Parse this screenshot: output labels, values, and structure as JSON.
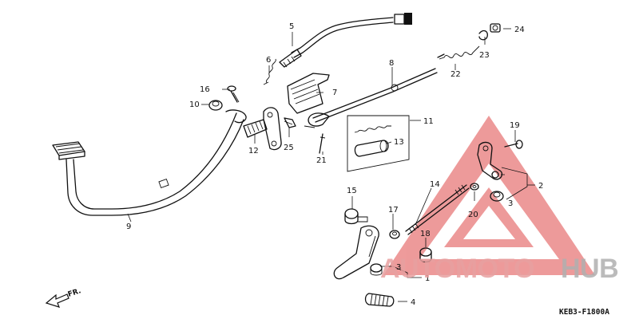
{
  "diagram": {
    "code": "KEB3-F1800A",
    "front_marker": "FR.",
    "callouts": [
      {
        "id": "c1",
        "label": "1"
      },
      {
        "id": "c2",
        "label": "2"
      },
      {
        "id": "c3a",
        "label": "3"
      },
      {
        "id": "c3b",
        "label": "3"
      },
      {
        "id": "c4",
        "label": "4"
      },
      {
        "id": "c5",
        "label": "5"
      },
      {
        "id": "c6",
        "label": "6"
      },
      {
        "id": "c7",
        "label": "7"
      },
      {
        "id": "c8",
        "label": "8"
      },
      {
        "id": "c9",
        "label": "9"
      },
      {
        "id": "c10",
        "label": "10"
      },
      {
        "id": "c11",
        "label": "11"
      },
      {
        "id": "c12",
        "label": "12"
      },
      {
        "id": "c13",
        "label": "13"
      },
      {
        "id": "c14",
        "label": "14"
      },
      {
        "id": "c15",
        "label": "15"
      },
      {
        "id": "c16",
        "label": "16"
      },
      {
        "id": "c17",
        "label": "17"
      },
      {
        "id": "c18",
        "label": "18"
      },
      {
        "id": "c19",
        "label": "19"
      },
      {
        "id": "c20",
        "label": "20"
      },
      {
        "id": "c21",
        "label": "21"
      },
      {
        "id": "c22",
        "label": "22"
      },
      {
        "id": "c23",
        "label": "23"
      },
      {
        "id": "c24",
        "label": "24"
      },
      {
        "id": "c25",
        "label": "25"
      }
    ]
  },
  "watermark": {
    "part1": "AUTOMOTO",
    "part2": "HUB",
    "color_primary": "#e8a0a0",
    "color_secondary": "#b0b0b0",
    "accent": "#e04848"
  }
}
